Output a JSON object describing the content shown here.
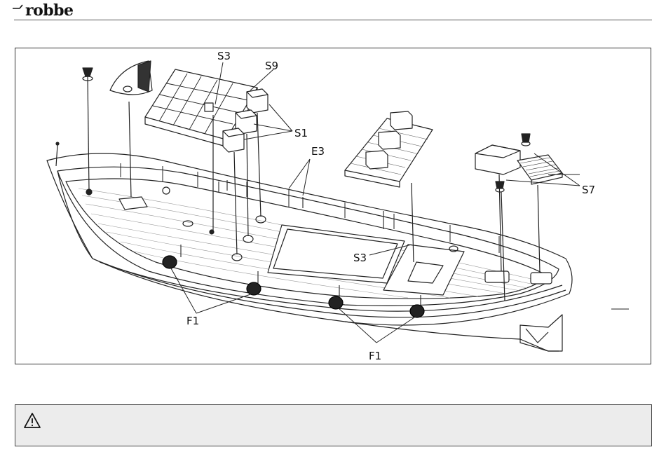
{
  "header": {
    "logo_text": "robbe"
  },
  "figure": {
    "labels": {
      "s3_top": "S3",
      "s9": "S9",
      "s1": "S1",
      "e3": "E3",
      "s7": "S7",
      "s3_mid": "S3",
      "f1_left": "F1",
      "f1_right": "F1"
    }
  },
  "warning": {
    "icon": "warning-triangle-icon"
  }
}
